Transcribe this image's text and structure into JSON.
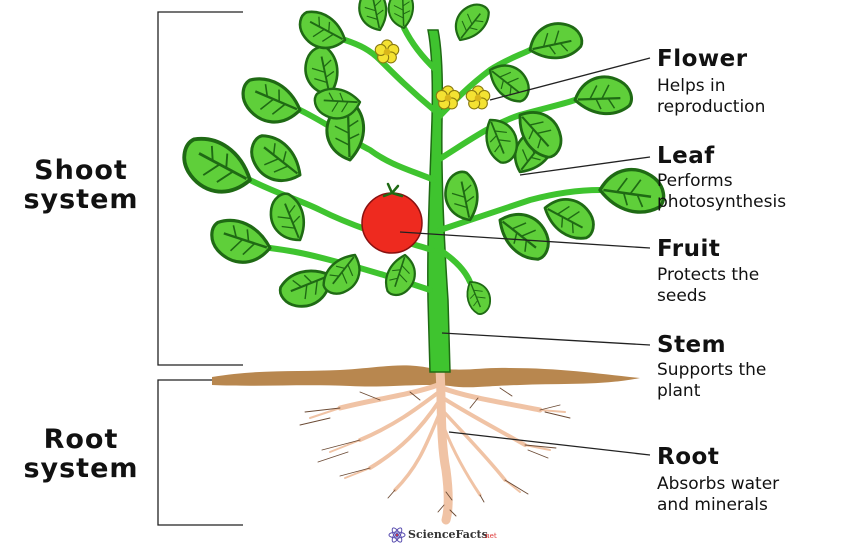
{
  "systems": {
    "shoot": "Shoot\nsystem",
    "root": "Root\nsystem"
  },
  "parts": [
    {
      "key": "flower",
      "title": "Flower",
      "desc": "Helps in\nreproduction"
    },
    {
      "key": "leaf",
      "title": "Leaf",
      "desc": "Performs\nphotosynthesis"
    },
    {
      "key": "fruit",
      "title": "Fruit",
      "desc": "Protects the\nseeds"
    },
    {
      "key": "stem",
      "title": "Stem",
      "desc": "Supports the\nplant"
    },
    {
      "key": "root",
      "title": "Root",
      "desc": "Absorbs water\nand minerals"
    }
  ],
  "watermark": {
    "name": "ScienceFacts",
    "suffix": ".net"
  },
  "colors": {
    "leaf": "#5fcf3a",
    "leaf_dark": "#1f6a14",
    "stem": "#3fc42f",
    "fruit": "#ee2a1f",
    "flower": "#f4e232",
    "root": "#f0c3a5",
    "soil": "#b8874f"
  }
}
